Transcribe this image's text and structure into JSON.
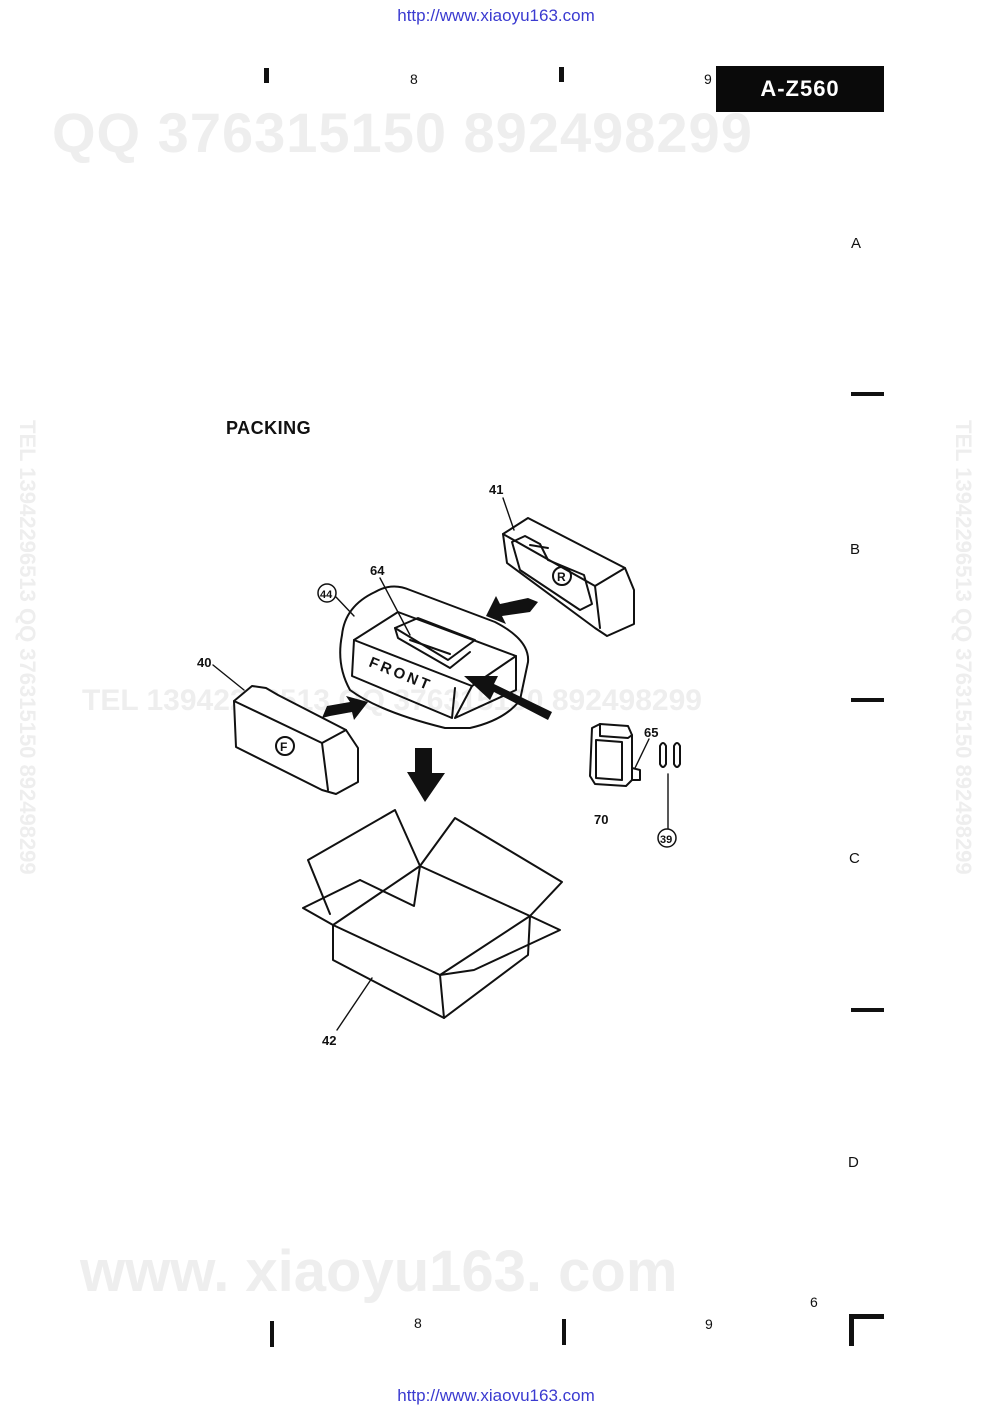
{
  "header": {
    "url": "http://www.xiaoyu163.com",
    "col_8": "8",
    "col_9": "9",
    "model": "A-Z560"
  },
  "watermarks": {
    "qq": "QQ 376315150   892498299",
    "tel": "TEL  13942296513  QQ  376315150  892498299",
    "www": "www. xiaoyu163. com",
    "vertical": "TEL 13942296513 QQ 376315150 892498299"
  },
  "zones": {
    "a": "A",
    "b": "B",
    "c": "C",
    "d": "D"
  },
  "section": {
    "title": "PACKING"
  },
  "diagram": {
    "callouts": {
      "c41": "41",
      "c64": "64",
      "c44": "44",
      "c40": "40",
      "c65": "65",
      "c70": "70",
      "c39": "39",
      "c42": "42"
    },
    "box_print": "FRONT",
    "mark_r": "R",
    "mark_f": "F"
  },
  "footer": {
    "page": "6",
    "col_8": "8",
    "col_9": "9",
    "url": "http://www.xiaovu163.com"
  }
}
